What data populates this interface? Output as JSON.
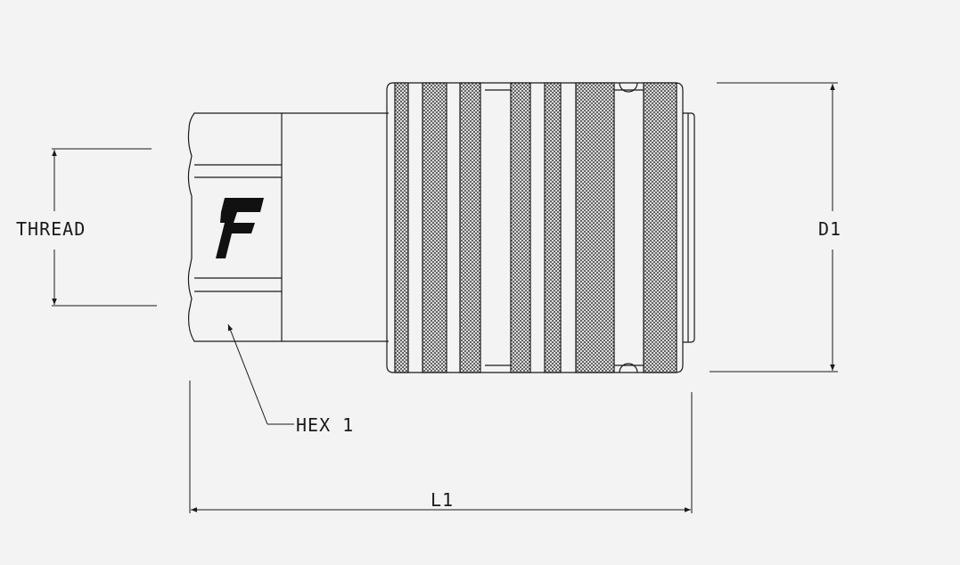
{
  "labels": {
    "thread": "THREAD",
    "d1": "D1",
    "hex1": "HEX 1",
    "l1": "L1"
  },
  "logo": {
    "letter": "F"
  },
  "colors": {
    "background": "#f3f3f3",
    "line": "#1a1a1a"
  }
}
